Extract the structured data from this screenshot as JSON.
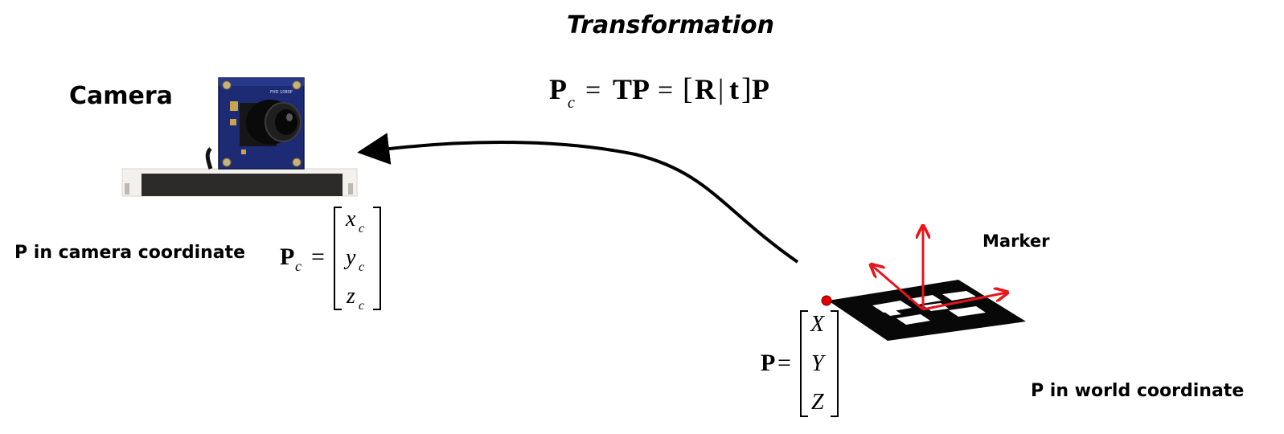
{
  "title": "Transformation",
  "equation": {
    "lhs": "P",
    "lhs_sub": "c",
    "eq1": "=",
    "mid": "TP",
    "eq2": "=",
    "bracket_open": "[",
    "R": "R",
    "bar": "|",
    "t": "t",
    "bracket_close": "]",
    "rhs": "P"
  },
  "camera": {
    "label": "Camera",
    "coord_label": "P in camera coordinate",
    "pcb_text": "FHD 1080P",
    "vector": {
      "name": "P",
      "name_sub": "c",
      "equals": "=",
      "entries": [
        {
          "var": "x",
          "sub": "c"
        },
        {
          "var": "y",
          "sub": "c"
        },
        {
          "var": "z",
          "sub": "c"
        }
      ]
    }
  },
  "marker": {
    "label": "Marker",
    "coord_label": "P in world coordinate",
    "axis_color": "#e8141c",
    "point_color": "#e00000",
    "vector": {
      "name": "P",
      "equals": "=",
      "entries": [
        "X",
        "Y",
        "Z"
      ]
    }
  }
}
